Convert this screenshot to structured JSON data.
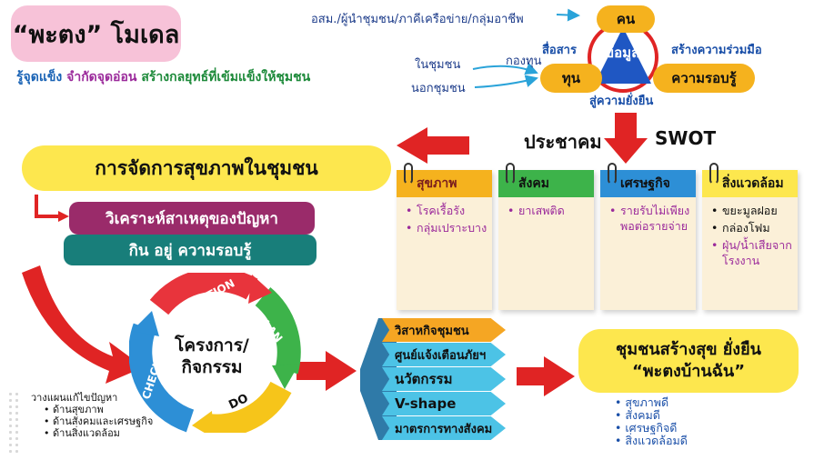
{
  "title": "“พะตง” โมเดล",
  "subtitle": {
    "part1": "รู้จุดแข็ง",
    "part2": "จำกัดจุดอ่อน",
    "part3": "สร้างกลยุทธ์ที่เข้มแข็งให้ชุมชน"
  },
  "data_triangle": {
    "sources_label": "อสม./ผู้นำชุมชน/ภาคีเครือข่าย/กลุ่มอาชีพ",
    "people": "คน",
    "capital": "ทุน",
    "knowledge": "ความรอบรู้",
    "core": "ข้อมูล",
    "communicate": "สื่อสาร",
    "participation": "สร้างความร่วมมือ",
    "sustainable": "สู่ความยั่งยืน",
    "fund": "กองทุน",
    "inside": "ในชุมชน",
    "outside": "นอกชุมชน"
  },
  "swot_heading": {
    "community": "ประชาคม",
    "swot": "SWOT"
  },
  "management": "การจัดการสุขภาพในชุมชน",
  "cause_analysis": "วิเคราะห์สาเหตุของปัญหา",
  "living": "กิน อยู่ ความรอบรู้",
  "cards": [
    {
      "title": "สุขภาพ",
      "items": [
        "โรคเรื้อรัง",
        "กลุ่มเปราะบาง"
      ]
    },
    {
      "title": "สังคม",
      "items": [
        "ยาเสพติด"
      ]
    },
    {
      "title": "เศรษฐกิจ",
      "items": [
        "รายรับไม่เพียงพอต่อรายจ่าย"
      ]
    },
    {
      "title": "สิ่งแวดล้อม",
      "items": [
        "ขยะมูลฝอย",
        "กล่องโฟม",
        "ฝุ่น/น้ำเสียจากโรงงาน"
      ]
    }
  ],
  "cycle": {
    "center_line1": "โครงการ/",
    "center_line2": "กิจกรรม",
    "action": "ACTION",
    "plan": "PLAN",
    "do": "DO",
    "check": "CHECK"
  },
  "plan": {
    "title": "วางแผนแก้ไขปัญหา",
    "items": [
      "ด้านสุขภาพ",
      "ด้านสังคมและเศรษฐกิจ",
      "ด้านสิ่งแวดล้อม"
    ]
  },
  "approaches": [
    "วิสาหกิจชุมชน",
    "ศูนย์แจ้งเตือนภัยฯ",
    "นวัตกรรม",
    "V-shape",
    "มาตรการทางสังคม"
  ],
  "result": {
    "line1": "ชุมชนสร้างสุข ยั่งยืน",
    "line2": "“พะตงบ้านฉัน”"
  },
  "outcomes": [
    "สุขภาพดี",
    "สังคมดี",
    "เศรษฐกิจดี",
    "สิ่งแวดล้อมดี"
  ],
  "colors": {
    "accent_red": "#e02424",
    "triangle_blue": "#1f57c3",
    "node_orange": "#f5b21e",
    "card_bg": "#fbf0d8",
    "cycle_red": "#e8343c",
    "cycle_green": "#3db34a",
    "cycle_yellow": "#f6c51a",
    "cycle_blue": "#2d8fd6"
  }
}
